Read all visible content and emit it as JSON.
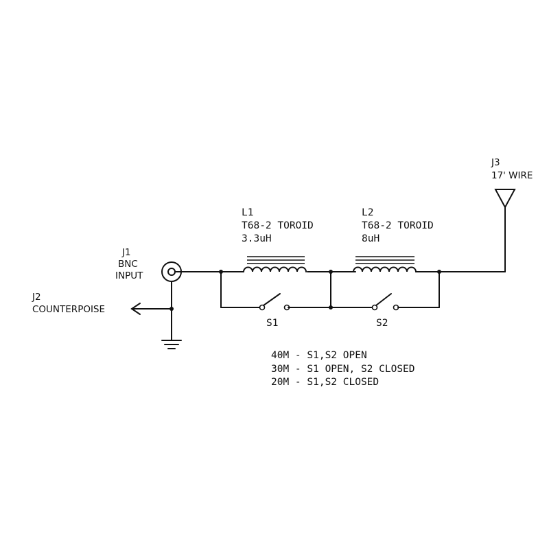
{
  "diagram": {
    "colors": {
      "line": "#111111",
      "background": "#ffffff"
    },
    "j1": {
      "ref": "J1",
      "line1": "BNC",
      "line2": "INPUT"
    },
    "j2": {
      "ref": "J2",
      "name": "COUNTERPOISE"
    },
    "j3": {
      "ref": "J3",
      "name": "17' WIRE"
    },
    "l1": {
      "ref": "L1",
      "part": "T68-2 TOROID",
      "value": "3.3uH"
    },
    "l2": {
      "ref": "L2",
      "part": "T68-2 TOROID",
      "value": "8uH"
    },
    "s1": {
      "ref": "S1"
    },
    "s2": {
      "ref": "S2"
    },
    "notes": [
      "40M - S1,S2 OPEN",
      "30M - S1 OPEN, S2 CLOSED",
      "20M - S1,S2 CLOSED"
    ]
  }
}
